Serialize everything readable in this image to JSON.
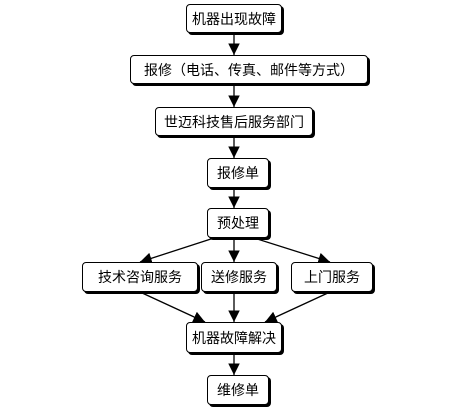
{
  "nodes": {
    "fault": "机器出现故障",
    "report": "报修（电话、传真、邮件等方式）",
    "dept": "世迈科技售后服务部门",
    "order": "报修单",
    "preprocess": "预处理",
    "consult": "技术咨询服务",
    "sendrepair": "送修服务",
    "onsite": "上门服务",
    "resolved": "机器故障解决",
    "maintorder": "维修单"
  }
}
